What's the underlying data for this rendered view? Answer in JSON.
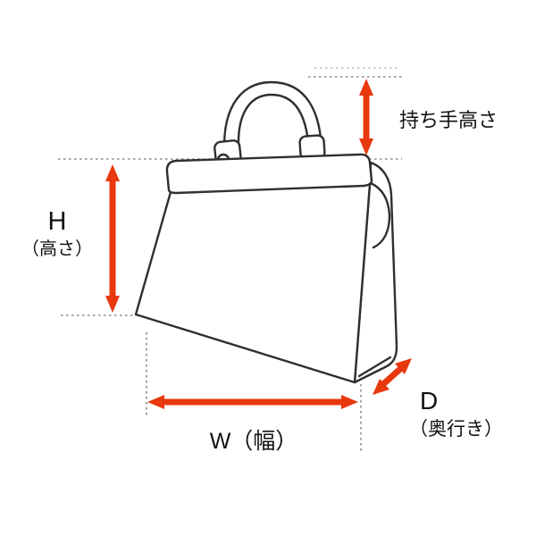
{
  "diagram": {
    "type": "dimension-diagram",
    "subject": "handbag",
    "labels": {
      "handle_height": "持ち手高さ",
      "height_symbol": "H",
      "height_name": "（高さ）",
      "width": "W（幅）",
      "depth_symbol": "D",
      "depth_name": "（奥行き）"
    },
    "colors": {
      "arrow": "#e8380d",
      "outline": "#2f2f2f",
      "guide": "#8c8c8c",
      "background": "#ffffff"
    }
  }
}
